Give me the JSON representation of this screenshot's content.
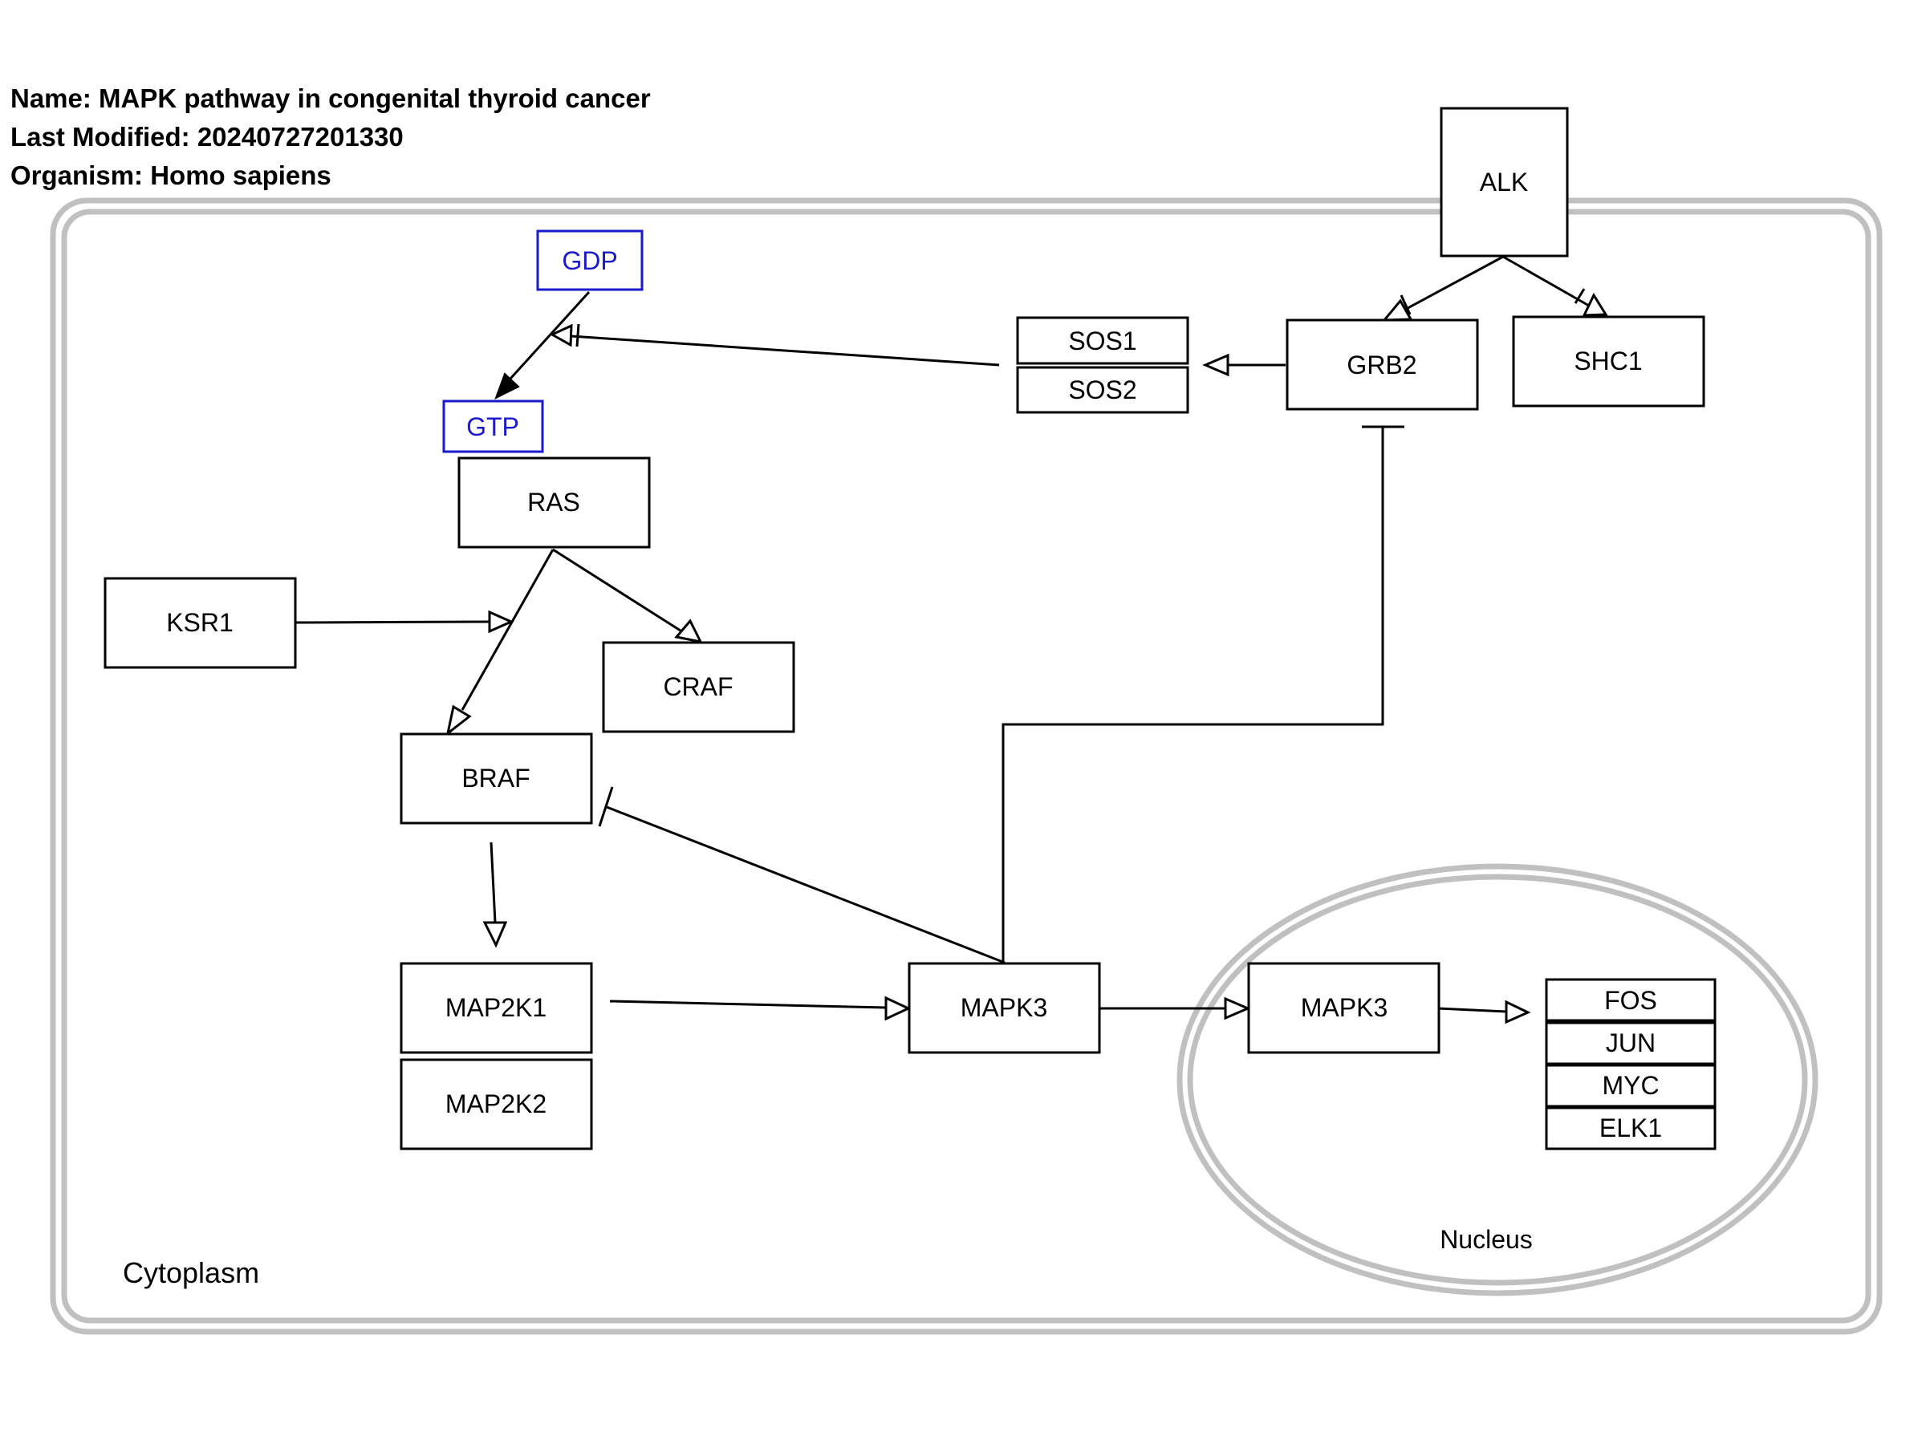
{
  "header": {
    "name_line": "Name: MAPK pathway in congenital thyroid cancer",
    "modified_line": "Last Modified: 20240727201330",
    "organism_line": "Organism: Homo sapiens"
  },
  "compartments": {
    "cytoplasm": "Cytoplasm",
    "nucleus": "Nucleus"
  },
  "nodes": {
    "alk": "ALK",
    "gdp": "GDP",
    "gtp": "GTP",
    "sos1": "SOS1",
    "sos2": "SOS2",
    "grb2": "GRB2",
    "shc1": "SHC1",
    "ras": "RAS",
    "ksr1": "KSR1",
    "craf": "CRAF",
    "braf": "BRAF",
    "map2k1": "MAP2K1",
    "map2k2": "MAP2K2",
    "mapk3_cyto": "MAPK3",
    "mapk3_nuc": "MAPK3",
    "fos": "FOS",
    "jun": "JUN",
    "myc": "MYC",
    "elk1": "ELK1"
  },
  "colors": {
    "metabolite": "#1a1acc",
    "compartment_border": "#c0c0c0",
    "line": "#000000"
  }
}
